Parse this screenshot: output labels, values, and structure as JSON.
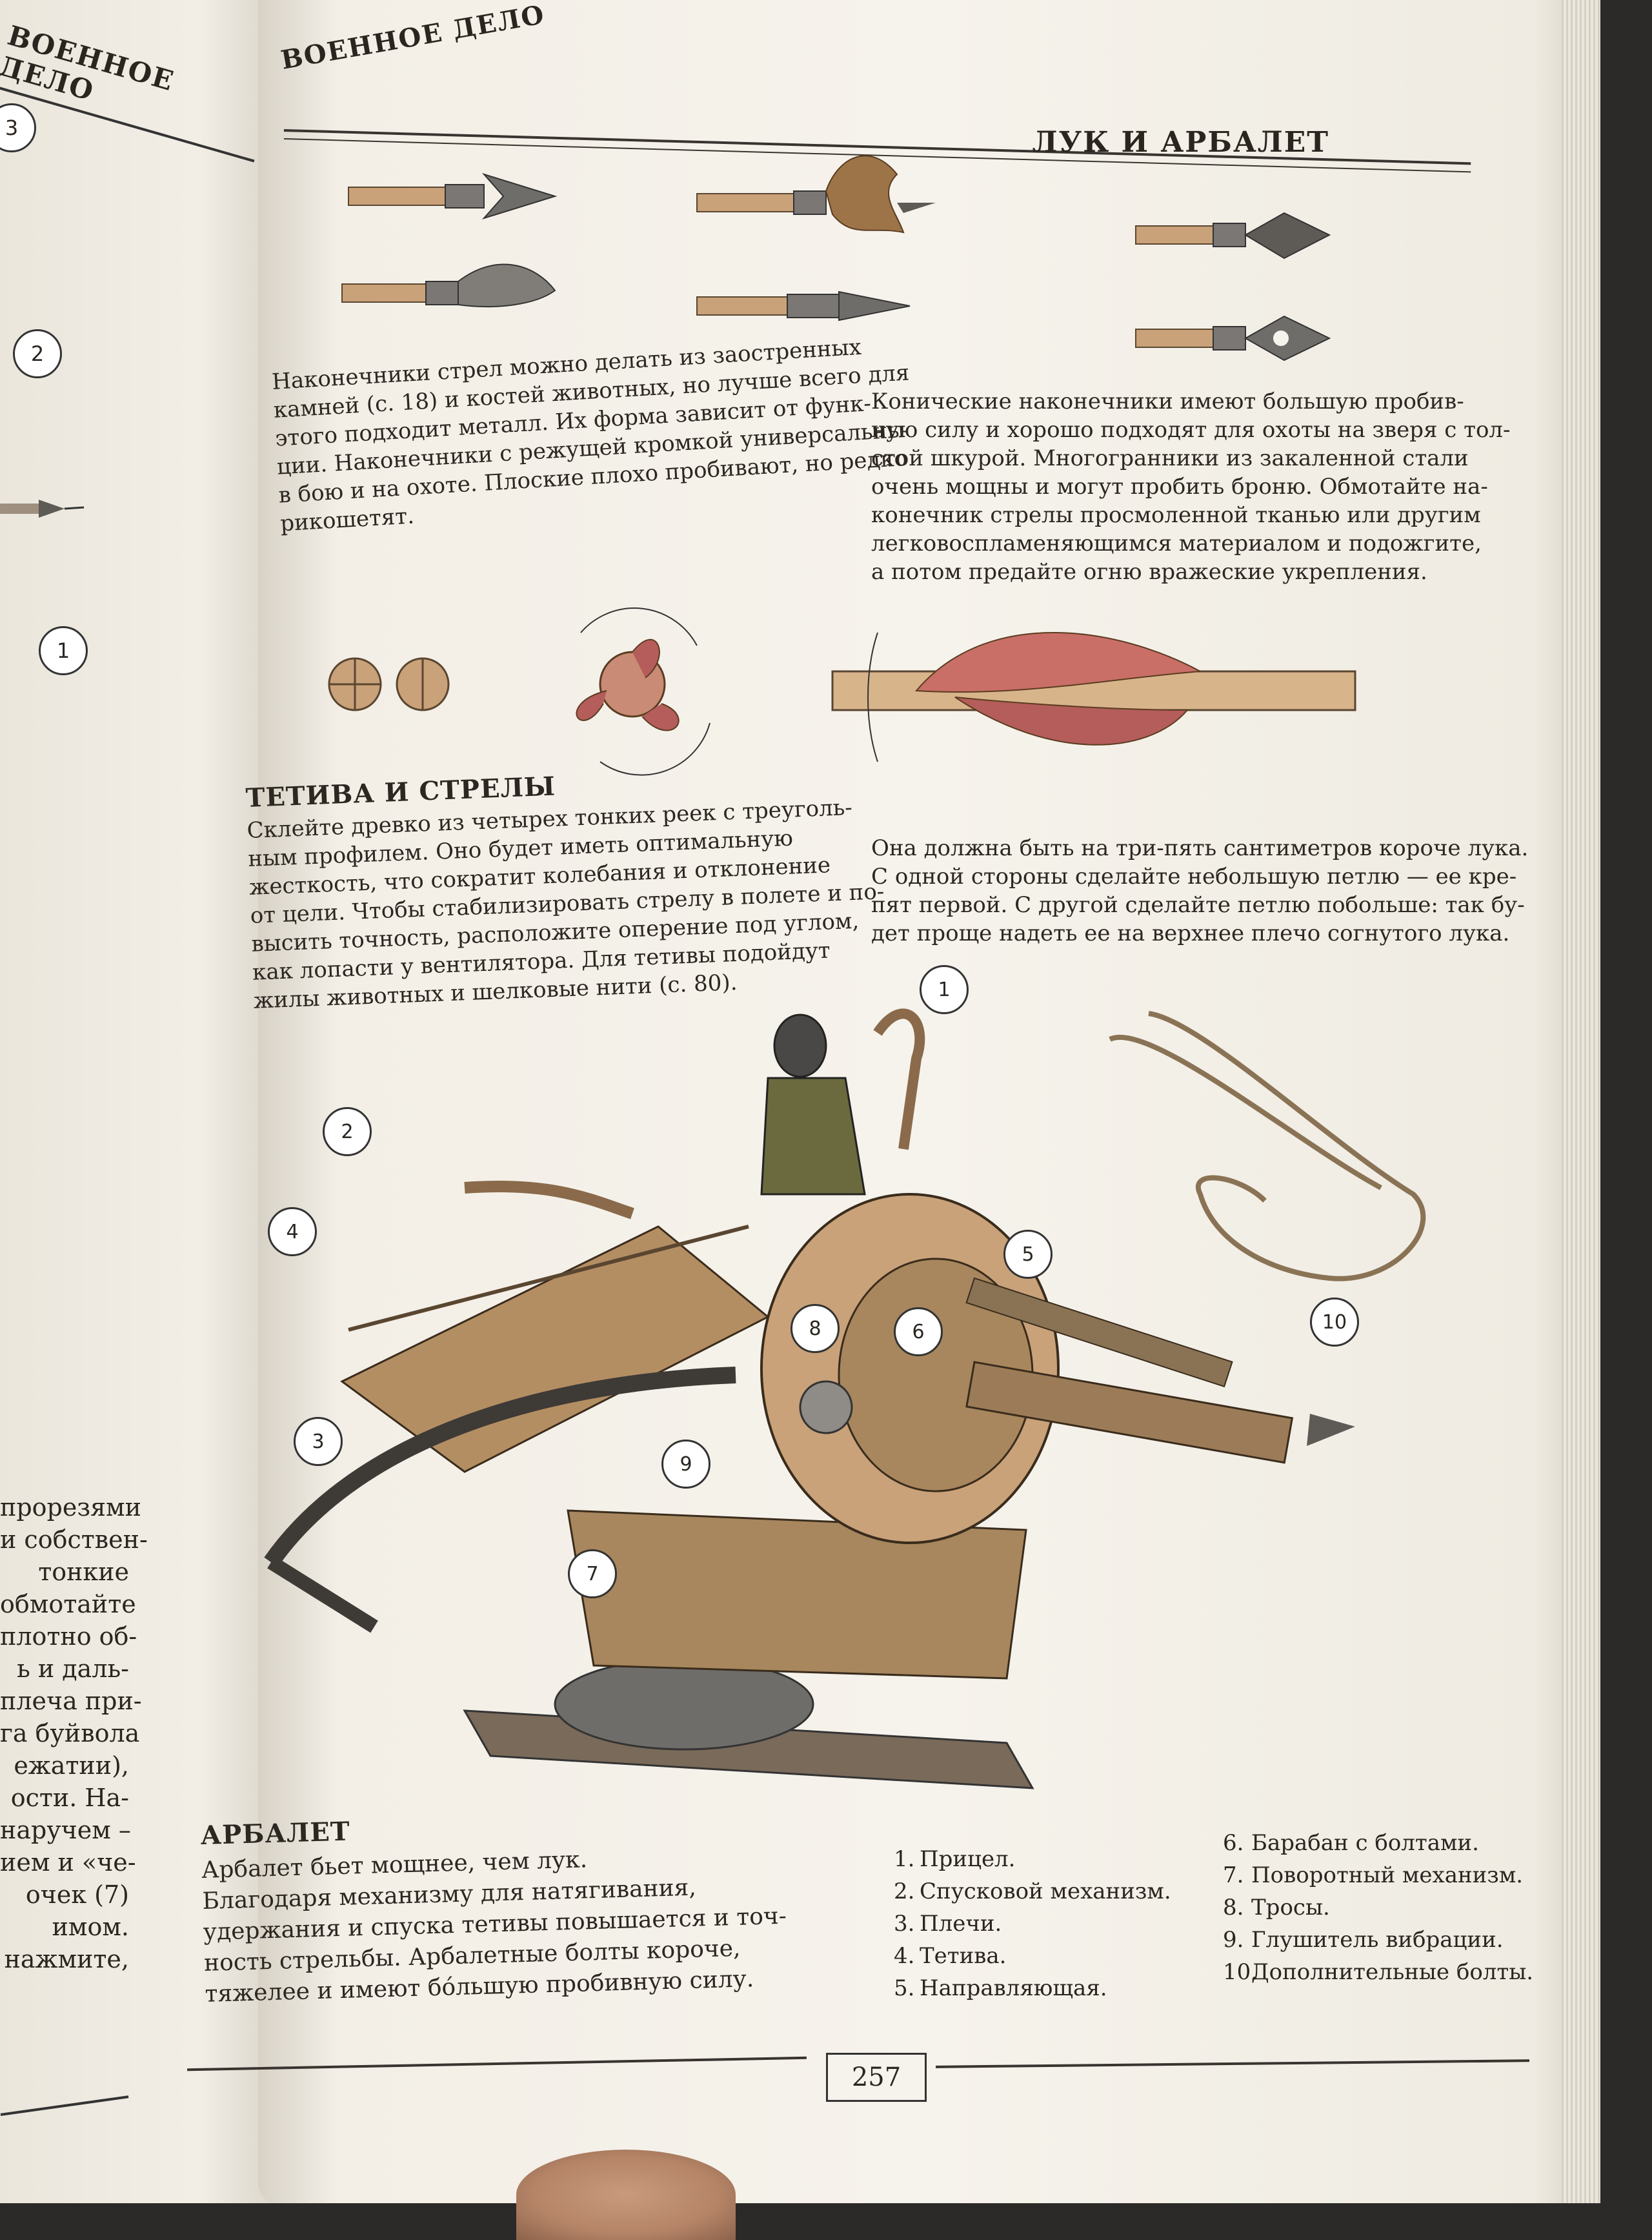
{
  "left_page": {
    "running_head": "ВОЕННОЕ ДЕЛО",
    "callouts": [
      "3",
      "2",
      "1"
    ],
    "text_lines": [
      "прорезями",
      "и собствен-",
      "тонкие",
      "обмотайте",
      "плотно об-",
      "ь и даль-",
      "плеча при-",
      "га буйвола",
      "ежатии),",
      "ости. На-",
      "наручем –",
      "ием и «че-",
      "очек (7)",
      "имом.",
      "нажмите,"
    ]
  },
  "right_page": {
    "running_head": "ВОЕННОЕ ДЕЛО",
    "section_head": "ЛУК И АРБАЛЕТ",
    "arrowheads_text": [
      "Наконечники стрел можно делать из заостренных",
      "камней (с. 18) и костей животных, но лучше всего для",
      "этого подходит металл. Их форма зависит от функ-",
      "ции. Наконечники с режущей кромкой универсальны",
      "в бою и на охоте. Плоские плохо пробивают, но редко",
      "рикошетят."
    ],
    "conical_text": [
      "Конические наконечники имеют большую пробив-",
      "ную силу и хорошо подходят для охоты на зверя с тол-",
      "стой шкурой. Многогранники из закаленной стали",
      "очень мощны и могут пробить броню. Обмотайте на-",
      "конечник стрелы просмоленной тканью или другим",
      "легковоспламеняющимся материалом и подожгите,",
      "а потом предайте огню вражеские укрепления."
    ],
    "string_heading": "ТЕТИВА И СТРЕЛЫ",
    "string_text": [
      "Склейте древко из четырех тонких реек с треуголь-",
      "ным профилем. Оно будет иметь оптимальную",
      "жесткость, что сократит колебания и отклонение",
      "от цели. Чтобы стабилизировать стрелу в полете и по-",
      "высить точность, расположите оперение под углом,",
      "как лопасти у вентилятора. Для тетивы подойдут",
      "жилы животных и шелковые нити (с. 80)."
    ],
    "string_text2": [
      "Она должна быть на три-пять сантиметров короче лука.",
      "С одной стороны сделайте небольшую петлю — ее кре-",
      "пят первой. С другой сделайте петлю побольше: так бу-",
      "дет проще надеть ее на верхнее плечо согнутого лука."
    ],
    "crossbow_heading": "АРБАЛЕТ",
    "crossbow_text": [
      "Арбалет бьет мощнее, чем лук.",
      "Благодаря механизму для натягивания,",
      "удержания и спуска тетивы повышается и точ-",
      "ность стрельбы. Арбалетные болты короче,",
      "тяжелее и имеют бóльшую пробивную силу."
    ],
    "legend_left": [
      {
        "num": "1.",
        "label": "Прицел."
      },
      {
        "num": "2.",
        "label": "Спусковой механизм."
      },
      {
        "num": "3.",
        "label": "Плечи."
      },
      {
        "num": "4.",
        "label": "Тетива."
      },
      {
        "num": "5.",
        "label": "Направляющая."
      }
    ],
    "legend_right": [
      {
        "num": "6.",
        "label": "Барабан с болтами."
      },
      {
        "num": "7.",
        "label": "Поворотный механизм."
      },
      {
        "num": "8.",
        "label": "Тросы."
      },
      {
        "num": "9.",
        "label": "Глушитель вибрации."
      },
      {
        "num": "10.",
        "label": "Дополнительные болты."
      }
    ],
    "diagram_callouts": [
      "1",
      "2",
      "3",
      "4",
      "5",
      "6",
      "7",
      "8",
      "9",
      "10"
    ],
    "page_number": "257"
  },
  "colors": {
    "paper": "#f6f3ec",
    "ink": "#2b2520",
    "wood": "#c9a27a",
    "metal": "#6f6d6a",
    "feather": "#b45d5a"
  }
}
